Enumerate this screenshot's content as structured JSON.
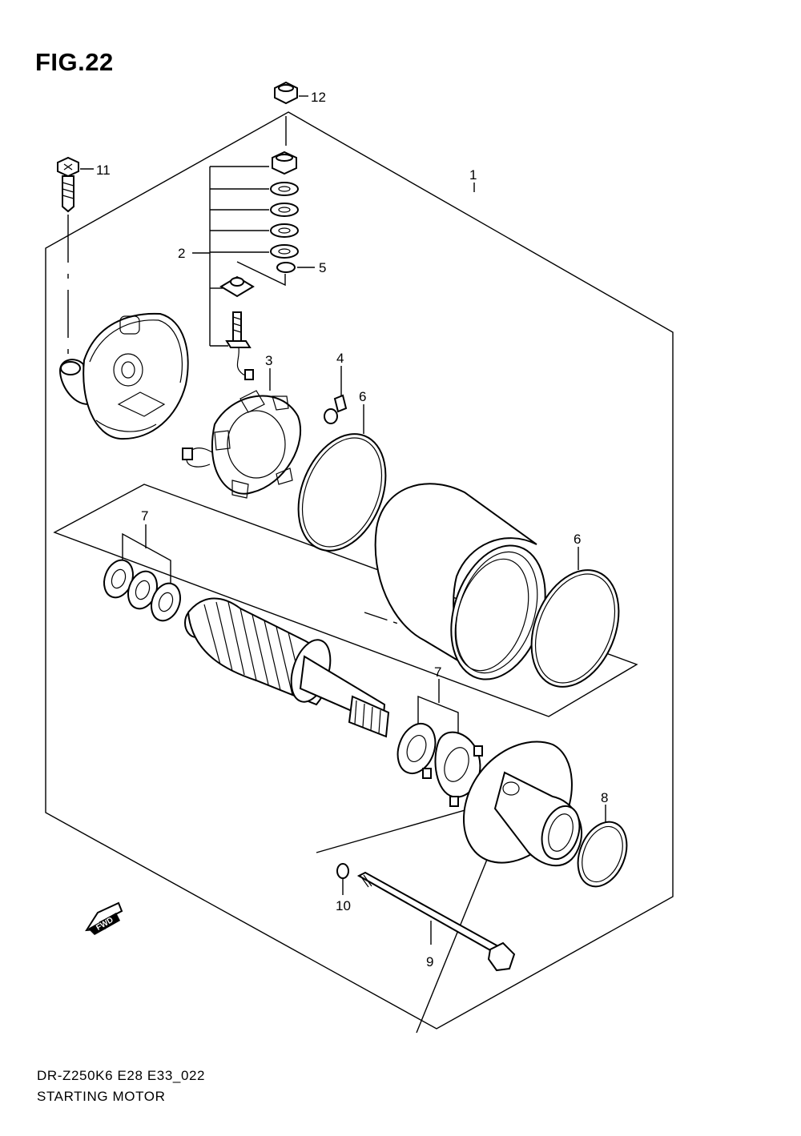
{
  "figure": {
    "title": "FIG.22"
  },
  "footer": {
    "model_code": "DR-Z250K6 E28 E33_022",
    "diagram_name": "STARTING MOTOR"
  },
  "fwd_arrow": {
    "label": "FWD",
    "icon": "fwd-arrow-icon"
  },
  "callouts": [
    {
      "id": "c12",
      "label": "12"
    },
    {
      "id": "c11",
      "label": "11"
    },
    {
      "id": "c1",
      "label": "1"
    },
    {
      "id": "c2",
      "label": "2"
    },
    {
      "id": "c5",
      "label": "5"
    },
    {
      "id": "c3",
      "label": "3"
    },
    {
      "id": "c4",
      "label": "4"
    },
    {
      "id": "c6a",
      "label": "6"
    },
    {
      "id": "c6b",
      "label": "6"
    },
    {
      "id": "c7a",
      "label": "7"
    },
    {
      "id": "c7b",
      "label": "7"
    },
    {
      "id": "c8",
      "label": "8"
    },
    {
      "id": "c10",
      "label": "10"
    },
    {
      "id": "c9",
      "label": "9"
    }
  ]
}
